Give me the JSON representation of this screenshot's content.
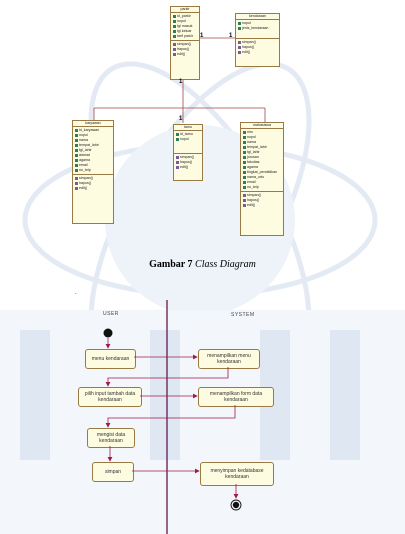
{
  "class_diagram": {
    "caption_bold": "Gambar 7",
    "caption_italic": "Class Diagram",
    "classes": {
      "parkir": {
        "name": "parkir",
        "attributes": [
          "id_parkir",
          "nopol",
          "tgl masuk",
          "tgl keluar",
          "tarif parkir"
        ],
        "operations": [
          "simpan()",
          "hapus()",
          "edit()"
        ]
      },
      "kendaraan": {
        "name": "kendaraan",
        "attributes": [
          "nopol",
          "jenis_kendaraan"
        ],
        "operations": [
          "simpan()",
          "hapus()",
          "edit()"
        ]
      },
      "karyawan": {
        "name": "karyawan",
        "attributes": [
          "id_karyawan",
          "nopol",
          "nama",
          "tempat_lahir",
          "tgl_lahir",
          "alamat",
          "agama",
          "email",
          "no_telp"
        ],
        "operations": [
          "simpan()",
          "hapus()",
          "edit()"
        ]
      },
      "tamu": {
        "name": "tamu",
        "attributes": [
          "id_tamu",
          "nopol"
        ],
        "operations": [
          "simpan()",
          "hapus()",
          "edit()"
        ]
      },
      "mahasiswa": {
        "name": "mahasiswa",
        "attributes": [
          "nim",
          "nopol",
          "nama",
          "tempat_lahir",
          "tgl_lahir",
          "jurusan",
          "fakultas",
          "agama",
          "tingkat_pendidikan",
          "nama_ortu",
          "email",
          "no_telp"
        ],
        "operations": [
          "simpan()",
          "hapus()",
          "edit()"
        ]
      }
    },
    "multiplicity": [
      "1",
      "1",
      "1",
      "1"
    ]
  },
  "activity_diagram": {
    "mark": ".",
    "lane_user": "USER",
    "lane_system": "SYSTEM",
    "user_actions": [
      "menu kendaraan",
      "pilih input tambah data kendaraan",
      "mengisi data kendaraan",
      "simpan"
    ],
    "system_actions": [
      "menampilkan menu kendaraan",
      "menampilkan form data kendaraan",
      "menyimpan kedatabase kendaraan"
    ]
  }
}
